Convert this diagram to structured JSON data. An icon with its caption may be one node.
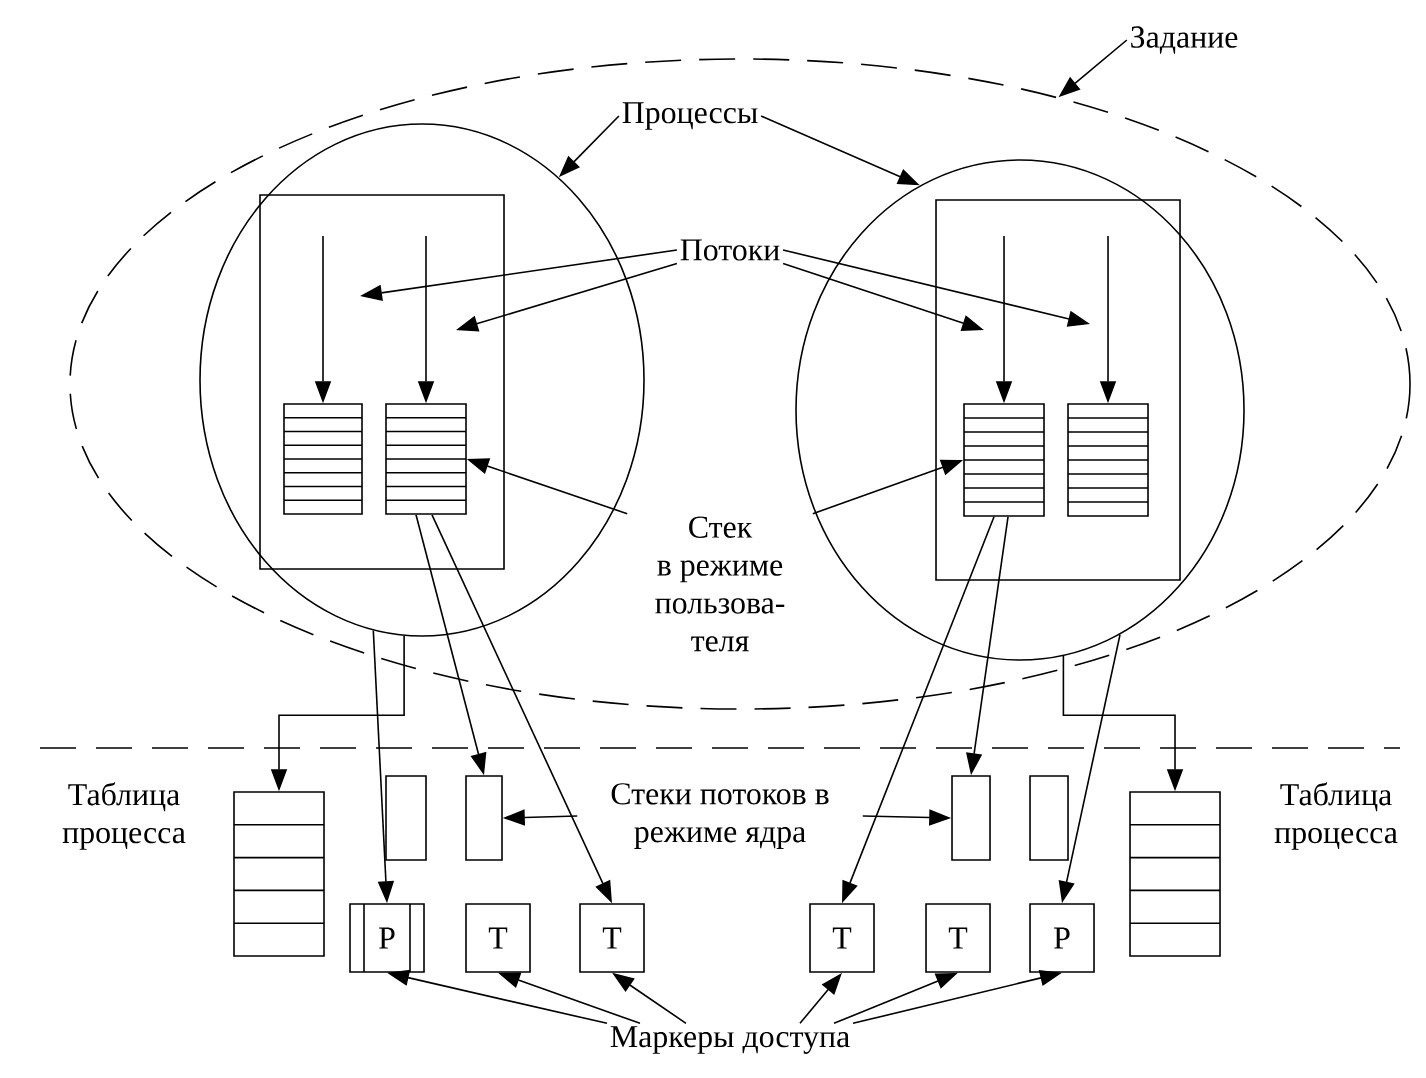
{
  "diagram": {
    "nodes": [
      {
        "text": [
          "Задание"
        ]
      },
      {
        "text": [],
        "shape": "ellipse"
      },
      {
        "text": [
          "Процессы"
        ],
        "in": 1
      },
      {
        "text": [],
        "shape": "circle",
        "in": 1
      },
      {
        "text": [],
        "shape": "box",
        "in": 3
      },
      {
        "text": [],
        "shape": "box",
        "in": 4
      },
      {
        "text": [],
        "shape": "box",
        "in": 4
      },
      {
        "text": [
          "Потоки"
        ],
        "in": 1
      },
      {
        "text": [],
        "shape": "circle",
        "in": 1
      },
      {
        "text": [],
        "shape": "box",
        "in": 8
      },
      {
        "text": [],
        "shape": "box",
        "in": 9
      },
      {
        "text": [],
        "shape": "box",
        "in": 9
      },
      {
        "text": [
          "Стек в режиме пользова-теля"
        ],
        "in": 1
      },
      {
        "text": [],
        "shape": "box",
        "beside": [
          "Таблица процесса"
        ]
      },
      {
        "text": [],
        "shape": "box"
      },
      {
        "text": [],
        "shape": "box"
      },
      {
        "text": [
          "Стеки потоков в режиме ядра"
        ]
      },
      {
        "text": [],
        "shape": "box"
      },
      {
        "text": [],
        "shape": "box"
      },
      {
        "text": [],
        "shape": "box",
        "beside": [
          "Таблица процесса"
        ]
      },
      {
        "text": [
          "Р"
        ]
      },
      {
        "text": [
          "Т"
        ]
      },
      {
        "text": [
          "Т"
        ]
      },
      {
        "text": [
          "Т"
        ]
      },
      {
        "text": [
          "Т"
        ]
      },
      {
        "text": [
          "Р"
        ]
      },
      {
        "text": [
          "Маркеры доступа"
        ]
      }
    ],
    "edges": [
      {
        "from": 0,
        "to": 1,
        "arrow": "to"
      },
      {
        "from": 2,
        "to": 3,
        "arrow": "to"
      },
      {
        "from": 2,
        "to": 8,
        "arrow": "to"
      },
      {
        "from": null,
        "to": 5,
        "arrow": "to"
      },
      {
        "from": null,
        "to": 6,
        "arrow": "to"
      },
      {
        "from": null,
        "to": 10,
        "arrow": "to"
      },
      {
        "from": null,
        "to": 11,
        "arrow": "to"
      },
      {
        "from": 7,
        "to": null,
        "arrow": "to"
      },
      {
        "from": 7,
        "to": null,
        "arrow": "to"
      },
      {
        "from": 7,
        "to": null,
        "arrow": "to"
      },
      {
        "from": 7,
        "to": null,
        "arrow": "to"
      },
      {
        "from": 12,
        "to": 6,
        "arrow": "to"
      },
      {
        "from": 12,
        "to": 10,
        "arrow": "to"
      },
      {
        "from": 16,
        "to": 15,
        "arrow": "to"
      },
      {
        "from": 16,
        "to": 17,
        "arrow": "to"
      },
      {
        "from": 26,
        "to": 20,
        "arrow": "to"
      },
      {
        "from": 26,
        "to": 21,
        "arrow": "to"
      },
      {
        "from": 26,
        "to": 22,
        "arrow": "to"
      },
      {
        "from": 26,
        "to": 23,
        "arrow": "to"
      },
      {
        "from": 26,
        "to": 24,
        "arrow": "to"
      },
      {
        "from": 26,
        "to": 25,
        "arrow": "to"
      },
      {
        "from": 6,
        "to": 15,
        "arrow": "to"
      },
      {
        "from": 6,
        "to": 22,
        "arrow": "to"
      },
      {
        "from": 3,
        "to": 20,
        "arrow": "to"
      },
      {
        "from": 3,
        "to": 13,
        "arrow": "to"
      },
      {
        "from": 10,
        "to": 23,
        "arrow": "to"
      },
      {
        "from": 10,
        "to": 17,
        "arrow": "to"
      },
      {
        "from": 8,
        "to": 25,
        "arrow": "to"
      },
      {
        "from": 8,
        "to": 19,
        "arrow": "to"
      }
    ]
  }
}
